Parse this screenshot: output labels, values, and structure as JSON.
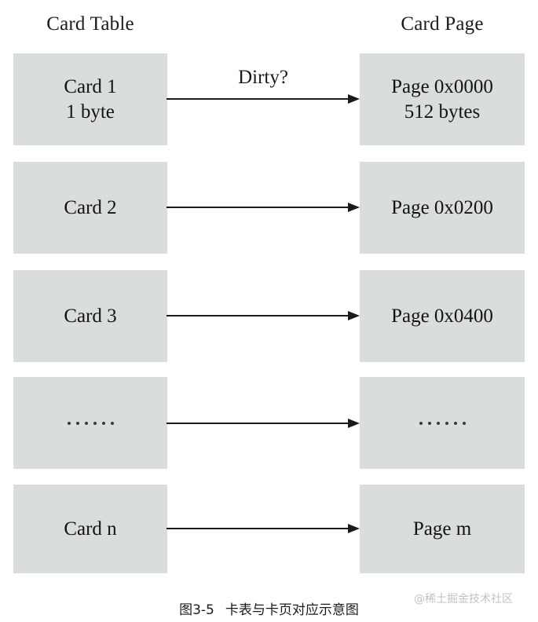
{
  "figure": {
    "headers": {
      "left": "Card Table",
      "right": "Card Page"
    },
    "arrow_label": "Dirty?",
    "caption_number": "图3-5",
    "caption_text": "卡表与卡页对应示意图",
    "watermark": "@稀土掘金技术社区",
    "colors": {
      "box_fill": "#d9dddd",
      "arrow": "#1a1a1a",
      "text": "#141414",
      "watermark": "#c3c3c3",
      "background": "#ffffff"
    },
    "rows": [
      {
        "id": "row-1",
        "left": {
          "line1": "Card 1",
          "line2": "1 byte",
          "type": "text"
        },
        "right": {
          "line1": "Page 0x0000",
          "line2": "512 bytes",
          "type": "text"
        },
        "arrow": {
          "label": "Dirty?",
          "has_label": true
        }
      },
      {
        "id": "row-2",
        "left": {
          "line1": "Card 2",
          "line2": "",
          "type": "text"
        },
        "right": {
          "line1": "Page 0x0200",
          "line2": "",
          "type": "text"
        },
        "arrow": {
          "label": "",
          "has_label": false
        }
      },
      {
        "id": "row-3",
        "left": {
          "line1": "Card 3",
          "line2": "",
          "type": "text"
        },
        "right": {
          "line1": "Page 0x0400",
          "line2": "",
          "type": "text"
        },
        "arrow": {
          "label": "",
          "has_label": false
        }
      },
      {
        "id": "row-4",
        "left": {
          "line1": "……",
          "line2": "",
          "type": "ellipsis",
          "dot_count": 6
        },
        "right": {
          "line1": "……",
          "line2": "",
          "type": "ellipsis",
          "dot_count": 6
        },
        "arrow": {
          "label": "",
          "has_label": false
        }
      },
      {
        "id": "row-5",
        "left": {
          "line1": "Card n",
          "line2": "",
          "type": "text"
        },
        "right": {
          "line1": "Page m",
          "line2": "",
          "type": "text"
        },
        "arrow": {
          "label": "",
          "has_label": false
        }
      }
    ]
  }
}
